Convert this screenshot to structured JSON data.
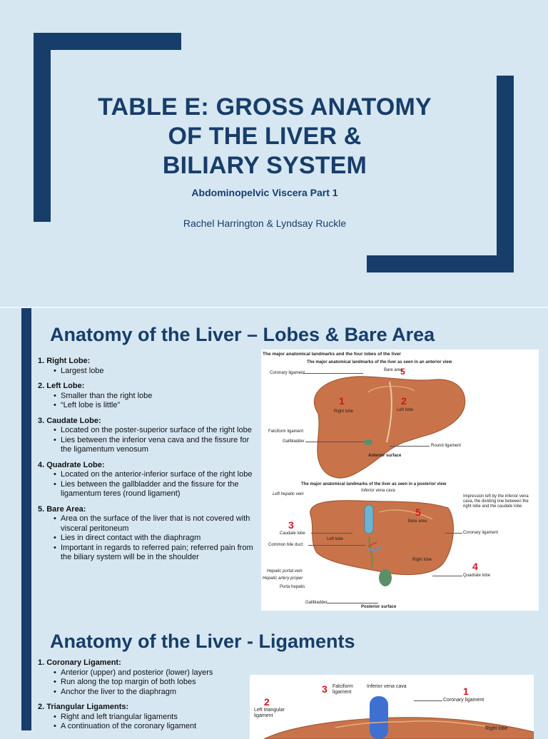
{
  "slide1": {
    "title_lines": [
      "TABLE E: GROSS ANATOMY",
      "OF THE LIVER &",
      "BILIARY SYSTEM"
    ],
    "subtitle": "Abdominopelvic Viscera Part 1",
    "authors": "Rachel Harrington & Lyndsay Ruckle"
  },
  "slide2": {
    "title": "Anatomy of the Liver – Lobes & Bare Area",
    "items": [
      {
        "head": "1. Right Lobe:",
        "bullets": [
          "Largest lobe"
        ]
      },
      {
        "head": "2. Left Lobe:",
        "bullets": [
          "Smaller than the right lobe",
          "“Left lobe is little”"
        ]
      },
      {
        "head": "3. Caudate Lobe:",
        "bullets": [
          "Located on the poster-superior surface of the right lobe",
          "Lies between the inferior vena cava and the fissure for the ligamentum venosum"
        ]
      },
      {
        "head": "4. Quadrate Lobe:",
        "bullets": [
          "Located on the anterior-inferior surface of the right lobe",
          "Lies between the gallbladder and the fissure for the ligamentum teres (round ligament)"
        ]
      },
      {
        "head": "5. Bare Area:",
        "bullets": [
          "Area on the surface of the liver that is not covered with visceral peritoneum",
          "Lies in direct contact with the diaphragm",
          "Important in regards to referred pain; referred pain from the biliary system will be in the shoulder"
        ]
      }
    ],
    "figure": {
      "caption": "The major anatomical landmarks and the four lobes of the liver",
      "anterior_title": "The major anatomical landmarks of the liver as seen in an anterior view",
      "posterior_title": "The major anatomical landmarks of the liver as seen in a posterior view",
      "labels": {
        "coronary_ligament": "Coronary ligament",
        "bare_area": "Bare area",
        "right_lobe": "Right lobe",
        "left_lobe": "Left lobe",
        "falciform_ligament": "Falciform ligament",
        "gallbladder": "Gallbladder",
        "round_ligament": "Round ligament",
        "anterior_surface": "Anterior surface",
        "left_hepatic_vein": "Left hepatic vein",
        "inferior_vena_cava": "Inferior vena cava",
        "impression": "Impression left by the inferior vena cava, the dividing line between the right lobe and the caudate lobe",
        "caudate_lobe": "Caudate lobe",
        "left_lobe_post": "Left lobe",
        "bare_area_post": "Bare area",
        "coronary_ligament_post": "Coronary ligament",
        "common_bile_duct": "Common bile duct",
        "right_lobe_post": "Right lobe",
        "hepatic_portal_vein": "Hepatic portal vein",
        "hepatic_artery_proper": "Hepatic artery proper",
        "porta_hepatis": "Porta hepatis",
        "quadrate_lobe": "Quadrate lobe",
        "gallbladder_post": "Gallbladder",
        "posterior_surface": "Posterior surface"
      },
      "numbers": {
        "n1": "1",
        "n2": "2",
        "n3": "3",
        "n4": "4",
        "n5a": "5",
        "n5b": "5"
      }
    }
  },
  "slide3": {
    "title": "Anatomy of the Liver - Ligaments",
    "items": [
      {
        "head": "1. Coronary Ligament:",
        "bullets": [
          "Anterior (upper) and posterior (lower) layers",
          "Run along the top margin of both lobes",
          "Anchor the liver to the diaphragm"
        ]
      },
      {
        "head": "2. Triangular Ligaments:",
        "bullets": [
          "Right and left triangular ligaments",
          "A continuation of the coronary ligament"
        ]
      }
    ],
    "figure": {
      "labels": {
        "falciform": "Falciform ligament",
        "ivc": "Inferior vena cava",
        "coronary": "Coronary ligament",
        "left_triangular": "Left triangular ligament",
        "right_lobe": "Right lobe"
      },
      "numbers": {
        "n3": "3",
        "n2": "2",
        "n1": "1"
      }
    }
  },
  "colors": {
    "background": "#d6e7f2",
    "navy": "#173d6a",
    "marker_red": "#d2161c",
    "liver": "#c8734a"
  }
}
